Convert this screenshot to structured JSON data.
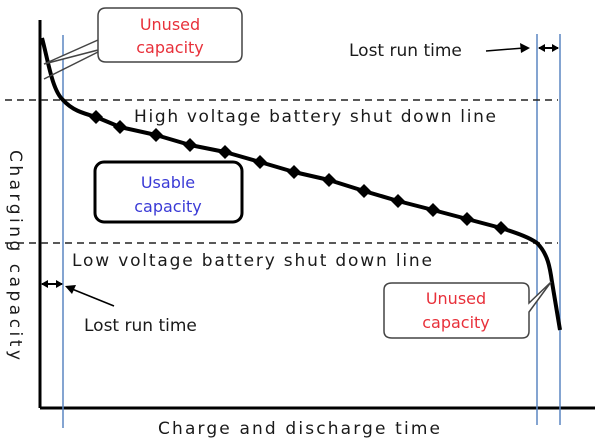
{
  "diagram": {
    "title": "",
    "y_axis_label": "Charging capacity",
    "x_axis_label": "Charge and discharge  time",
    "high_line_label": "High voltage battery shut down line",
    "low_line_label": "Low voltage battery shut down line",
    "callouts": {
      "unused_top": [
        "Unused",
        "capacity"
      ],
      "unused_bottom": [
        "Unused",
        "capacity"
      ],
      "usable": [
        "Usable",
        "capacity"
      ]
    },
    "lost_run_time_top": "Lost run time",
    "lost_run_time_bottom": "Lost run time",
    "colors": {
      "unused_text": "#e8303a",
      "usable_text": "#3a3ad6",
      "guide_line": "#5b86c2",
      "curve": "#000000"
    }
  },
  "chart_data": {
    "type": "line",
    "title": "",
    "xlabel": "Charge and discharge  time",
    "ylabel": "Charging capacity",
    "series": [
      {
        "name": "discharge curve markers",
        "x": [
          1,
          2,
          3,
          4,
          5,
          6,
          7,
          8,
          9,
          10,
          11,
          12,
          13
        ],
        "y": [
          0.86,
          0.83,
          0.8,
          0.77,
          0.74,
          0.71,
          0.68,
          0.65,
          0.62,
          0.59,
          0.56,
          0.53,
          0.5
        ]
      }
    ],
    "thresholds": {
      "high_voltage_shutdown": 0.9,
      "low_voltage_shutdown": 0.42
    },
    "grid": false
  }
}
